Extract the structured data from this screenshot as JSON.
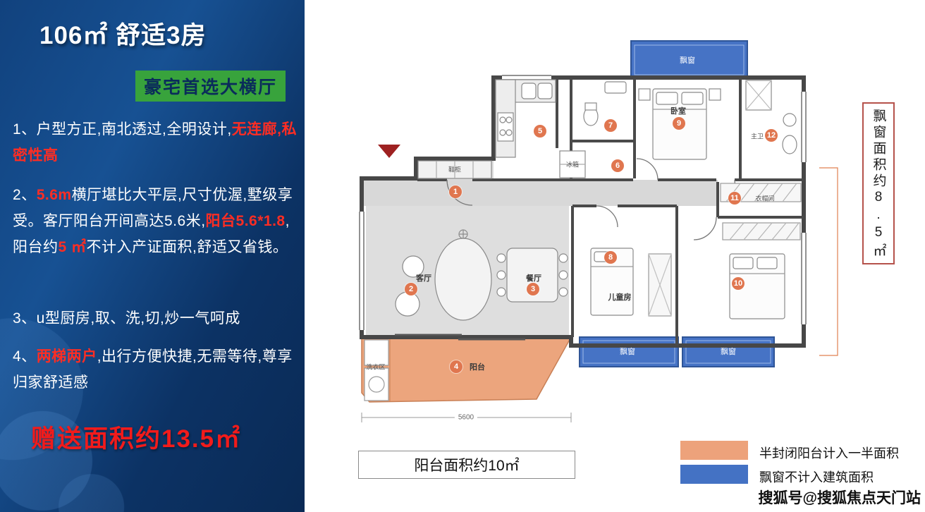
{
  "left": {
    "title": "106㎡ 舒适3房",
    "subtitle": "豪宅首选大横厅",
    "points": [
      {
        "segments": [
          {
            "text": "1、户型方正,南北透过,全明设计,"
          },
          {
            "text": "无连廊,私密性高"
          }
        ]
      },
      {
        "segments": [
          {
            "text": "2、"
          },
          {
            "text": "5.6m"
          },
          {
            "text": "横厅堪比大平层,尺寸优渥,墅级享受。客厅阳台开间高达5.6米,"
          },
          {
            "text": "阳台5.6*1.8"
          },
          {
            "text": ",阳台约"
          },
          {
            "text": "5 ㎡"
          },
          {
            "text": "不计入产证面积,舒适又省钱。"
          }
        ]
      },
      {
        "segments": [
          {
            "text": "3、u型厨房,取、洗,切,炒一气呵成"
          }
        ]
      },
      {
        "segments": [
          {
            "text": "4、"
          },
          {
            "text": "两梯两户"
          },
          {
            "text": ",出行方便快捷,无需等待,尊享归家舒适感"
          }
        ]
      }
    ],
    "gift": "赠送面积约13.5㎡"
  },
  "plan": {
    "markers": [
      "1",
      "2",
      "3",
      "4",
      "5",
      "6",
      "7",
      "8",
      "9",
      "10",
      "11",
      "12"
    ],
    "rooms": {
      "living": "客厅",
      "dining": "餐厅",
      "balcony": "阳台",
      "laundry": "洗衣区",
      "shoe_cabinet": "鞋柜",
      "fridge": "冰箱",
      "bedroom": "卧室",
      "master_bath": "主卫",
      "cloakroom": "衣帽间",
      "kids_room": "儿童房",
      "bay_window": "飘窗"
    },
    "dimension": "5600"
  },
  "notes": {
    "bay_area": "飘窗面积约8.5㎡",
    "balcony_area": "阳台面积约10㎡"
  },
  "legend": {
    "items": [
      {
        "label": "半封闭阳台计入一半面积",
        "color": "#eda27b"
      },
      {
        "label": "飘窗不计入建筑面积",
        "color": "#4472c4"
      }
    ]
  },
  "watermark": "搜狐号@搜狐焦点天门站",
  "colors": {
    "panel_navy": "#0c2f5f",
    "accent_red": "#ff2d23",
    "badge_green": "#38a33c",
    "balcony_orange": "#eca57d",
    "bay_blue": "#4472c4"
  }
}
